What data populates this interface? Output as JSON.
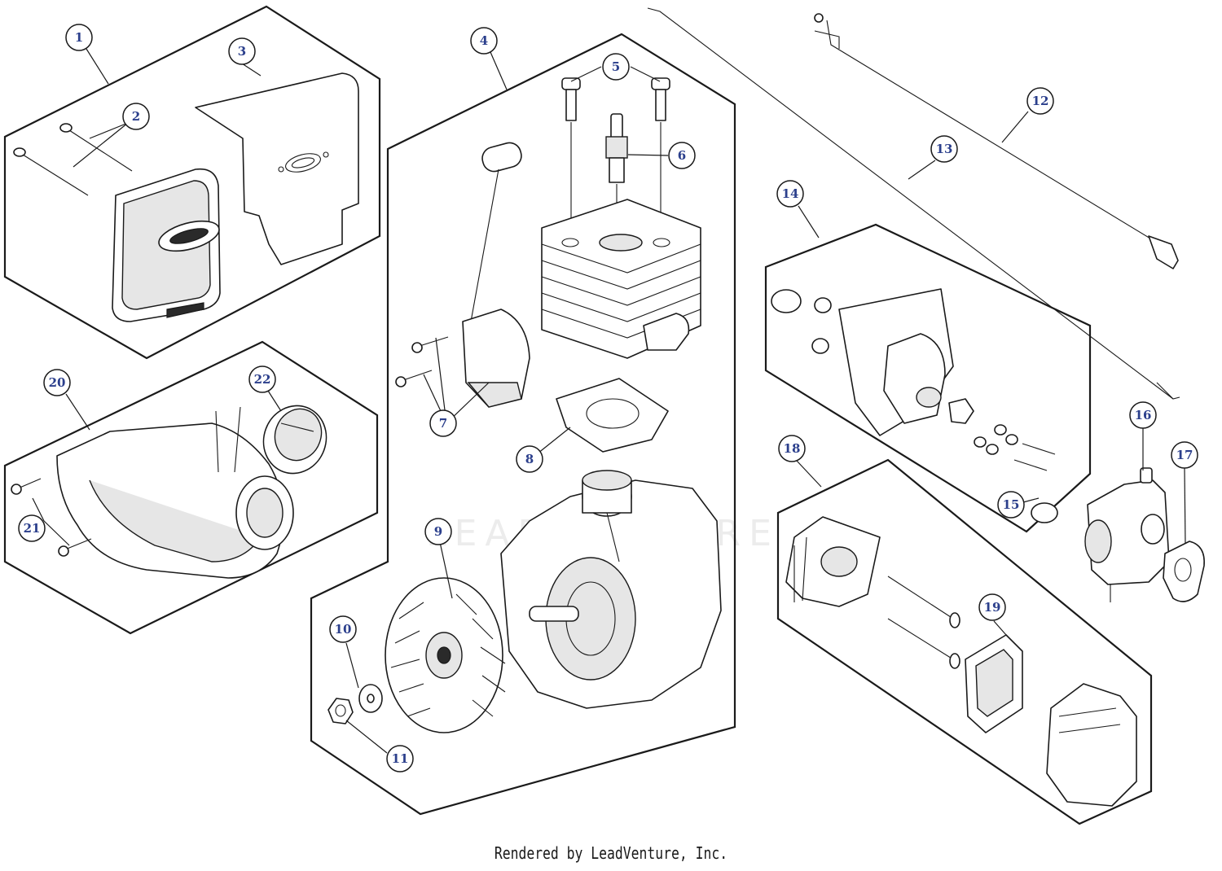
{
  "watermark": "LEADVENTURE",
  "credit": "Rendered by LeadVenture, Inc.",
  "callouts": {
    "c1": "1",
    "c2": "2",
    "c3": "3",
    "c4": "4",
    "c5": "5",
    "c6": "6",
    "c7": "7",
    "c8": "8",
    "c9": "9",
    "c10": "10",
    "c11": "11",
    "c12": "12",
    "c13": "13",
    "c14": "14",
    "c15": "15",
    "c16": "16",
    "c17": "17",
    "c18": "18",
    "c19": "19",
    "c20": "20",
    "c21": "21",
    "c22": "22"
  },
  "colors": {
    "callout_text": "#2b3f8c",
    "line": "#1a1a1a"
  }
}
